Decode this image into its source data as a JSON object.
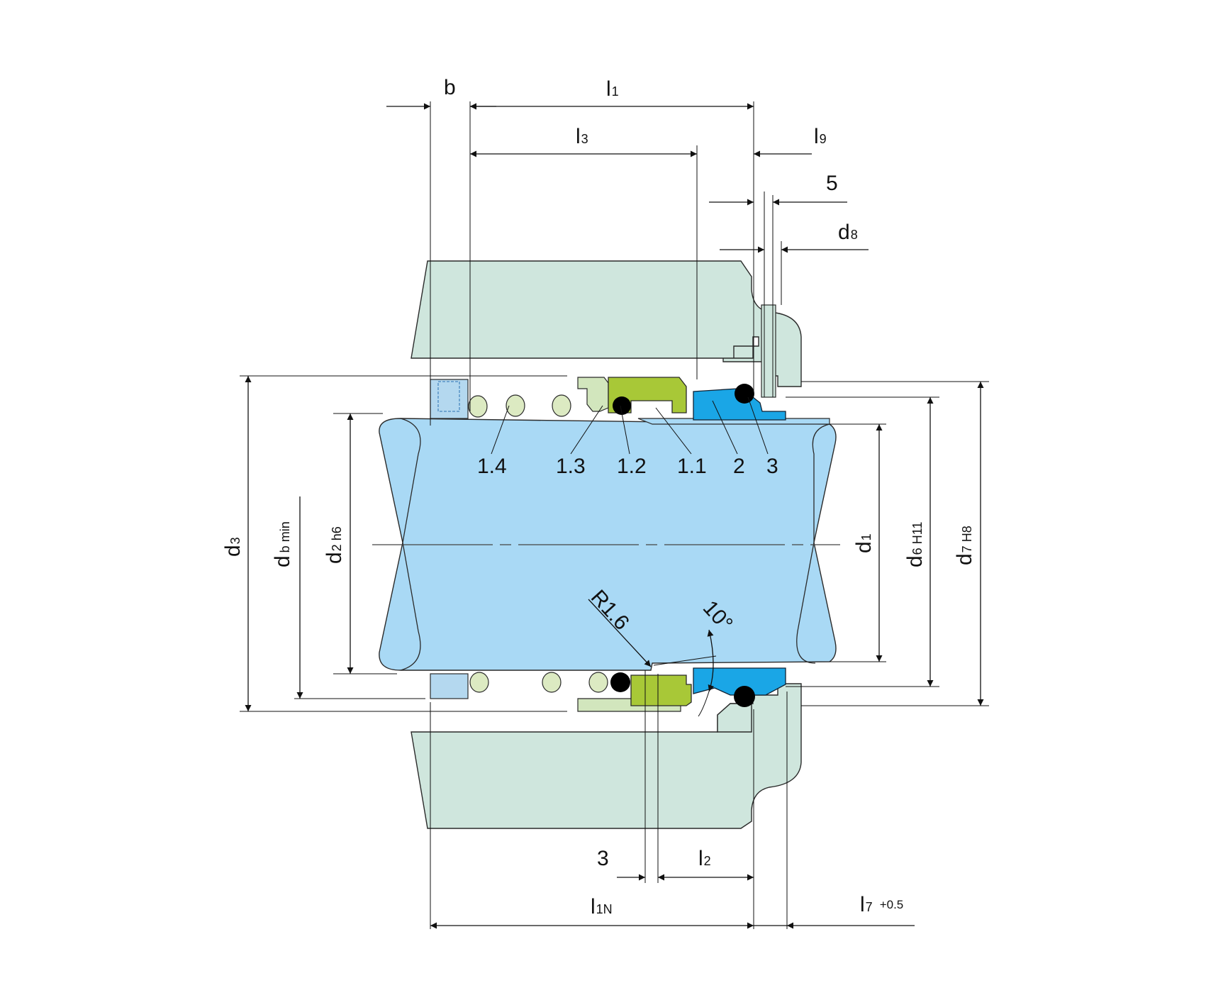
{
  "colors": {
    "housing": "#cfe6dd",
    "shaft": "#a9d9f5",
    "spring": "#dceac2",
    "rotary_ring": "#a8c837",
    "holder": "#d2e6bd",
    "seat": "#1aa6e6",
    "oring": "#000000",
    "sleeve": "#b4d8ef",
    "line": "#111111"
  },
  "labels": {
    "b": "b",
    "l1": "l",
    "l1_sub": "1",
    "l3": "l",
    "l3_sub": "3",
    "l9": "l",
    "l9_sub": "9",
    "five": "5",
    "d8": "d",
    "d8_sub": "8",
    "d3": "d",
    "d3_sub": "3",
    "db": "d",
    "db_sub": "b min",
    "d2": "d",
    "d2_sub": "2 h6",
    "d1": "d",
    "d1_sub": "1",
    "d6": "d",
    "d6_sub": "6 H11",
    "d7": "d",
    "d7_sub": "7 H8",
    "r16": "R1.6",
    "angle": "10°",
    "three": "3",
    "l2": "l",
    "l2_sub": "2",
    "l1n": "l",
    "l1n_sub": "1N",
    "l7": "l",
    "l7_sub": "7",
    "l7_tol": "+0.5"
  },
  "parts": [
    "1.4",
    "1.3",
    "1.2",
    "1.1",
    "2",
    "3"
  ]
}
